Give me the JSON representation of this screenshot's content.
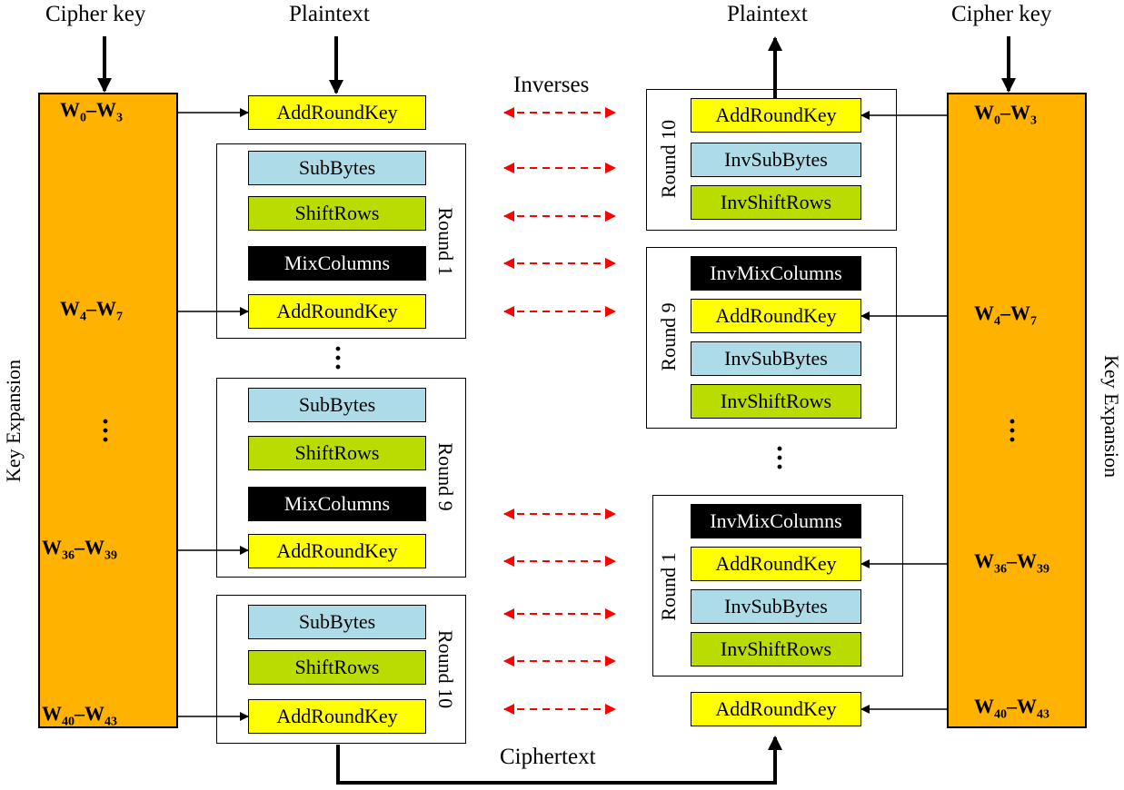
{
  "headers": {
    "left_cipher_key": "Cipher key",
    "left_plaintext": "Plaintext",
    "right_plaintext": "Plaintext",
    "right_cipher_key": "Cipher key",
    "inverses": "Inverses",
    "ciphertext": "Ciphertext"
  },
  "key_expansion": {
    "left_label": "Key Expansion",
    "right_label": "Key Expansion"
  },
  "words": {
    "w0": {
      "a": "W",
      "a_sub": "0",
      "sep": "–",
      "b": "W",
      "b_sub": "3"
    },
    "w4": {
      "a": "W",
      "a_sub": "4",
      "sep": "–",
      "b": "W",
      "b_sub": "7"
    },
    "w36": {
      "a": "W",
      "a_sub": "36",
      "sep": "–",
      "b": "W",
      "b_sub": "39"
    },
    "w40": {
      "a": "W",
      "a_sub": "40",
      "sep": "–",
      "b": "W",
      "b_sub": "43"
    }
  },
  "encryption": {
    "initial": "AddRoundKey",
    "round1": {
      "label": "Round 1",
      "steps": [
        "SubBytes",
        "ShiftRows",
        "MixColumns",
        "AddRoundKey"
      ]
    },
    "round9": {
      "label": "Round 9",
      "steps": [
        "SubBytes",
        "ShiftRows",
        "MixColumns",
        "AddRoundKey"
      ]
    },
    "round10": {
      "label": "Round 10",
      "steps": [
        "SubBytes",
        "ShiftRows",
        "AddRoundKey"
      ]
    }
  },
  "decryption": {
    "round10": {
      "label": "Round 10",
      "steps": [
        "AddRoundKey",
        "InvSubBytes",
        "InvShiftRows"
      ]
    },
    "round9": {
      "label": "Round 9",
      "steps": [
        "InvMixColumns",
        "AddRoundKey",
        "InvSubBytes",
        "InvShiftRows"
      ]
    },
    "round1": {
      "label": "Round 1",
      "steps": [
        "InvMixColumns",
        "AddRoundKey",
        "InvSubBytes",
        "InvShiftRows"
      ]
    },
    "final": "AddRoundKey"
  },
  "colors": {
    "key_band": "#FFB300",
    "add_round_key": "#FFFF00",
    "sub_bytes": "#ADDCE8",
    "shift_rows": "#BADC00",
    "mix_columns": "#000000",
    "inverse_arrow": "#FF0000"
  }
}
